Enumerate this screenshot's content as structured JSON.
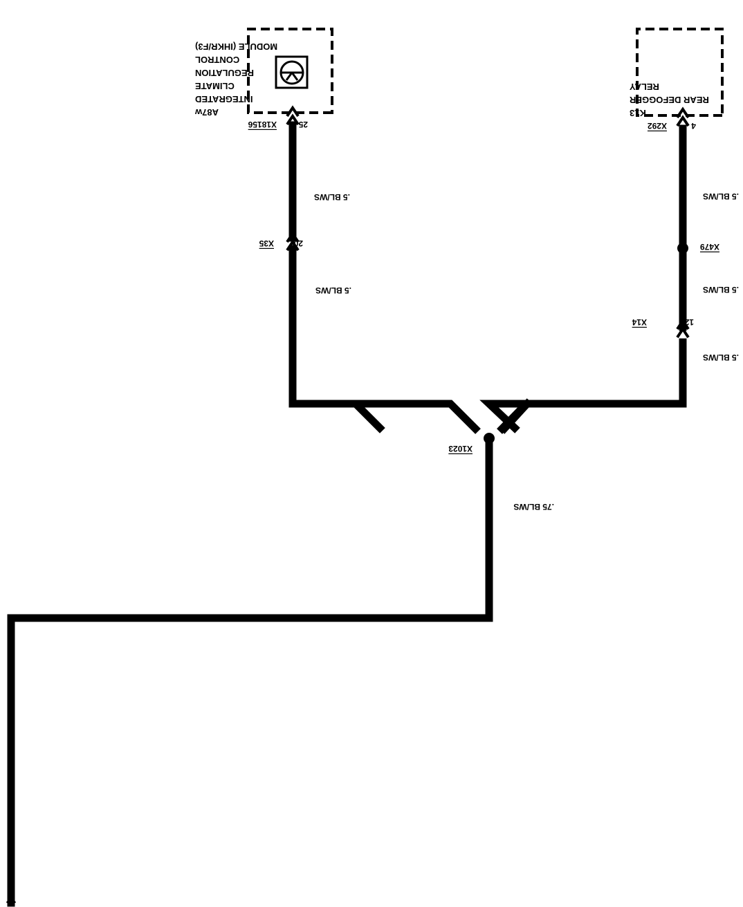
{
  "components": {
    "climate_module": {
      "ref": "A87w",
      "name_lines": [
        "INTEGRATED",
        "CLIMATE",
        "REGULATION",
        "CONTROL",
        "MODULE (IHKR/F3)"
      ]
    },
    "defogger_relay": {
      "ref": "K13",
      "name_lines": [
        "REAR DEFOGGER",
        "RELAY"
      ]
    }
  },
  "connectors": {
    "x18156": {
      "label": "X18156",
      "pin": "25"
    },
    "x35": {
      "label": "X35",
      "pin": "20"
    },
    "x292": {
      "label": "X292",
      "pin": "4"
    },
    "x479": {
      "label": "X479"
    },
    "x14": {
      "label": "X14",
      "pin": "12"
    },
    "x1023": {
      "label": "X1023"
    }
  },
  "wires": {
    "left_upper": ".5 BL/WS",
    "left_lower": ".5 BL/WS",
    "right_upper": ".5 BL/WS",
    "right_middle": ".5 BL/WS",
    "right_lower": ".5 BL/WS",
    "main": ".75 BL/WS"
  },
  "colors": {
    "wire": "#000000",
    "background": "#ffffff"
  }
}
